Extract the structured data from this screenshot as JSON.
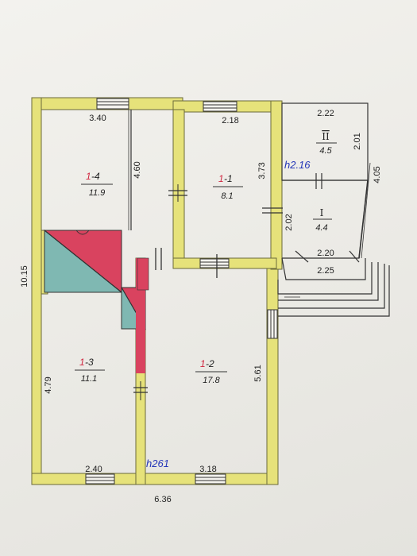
{
  "dimensions": {
    "overall_height": "10.15",
    "overall_width": "6.36",
    "room_1_4_width": "3.40",
    "room_1_4_depth": "4.60",
    "room_1_1_width": "2.18",
    "room_1_1_depth": "3.73",
    "room_1_3_width": "2.40",
    "room_1_3_depth": "4.79",
    "room_1_2_width": "3.18",
    "room_1_2_depth": "5.61",
    "annex_top_width": "2.22",
    "annex_top_depth": "2.01",
    "annex_right_depth": "4.05",
    "annex_left_depth": "2.02",
    "porch_width": "2.20",
    "step_width": "2.25"
  },
  "rooms": [
    {
      "id_prefix": "1",
      "id_suffix": "-4",
      "area": "11.9"
    },
    {
      "id_prefix": "1",
      "id_suffix": "-1",
      "area": "8.1"
    },
    {
      "id_prefix": "1",
      "id_suffix": "-3",
      "area": "11.1"
    },
    {
      "id_prefix": "1",
      "id_suffix": "-2",
      "area": "17.8"
    }
  ],
  "annex_rooms": [
    {
      "id": "II",
      "area": "4.5"
    },
    {
      "id": "I",
      "area": "4.4"
    }
  ],
  "heights": {
    "main": "h261",
    "annex": "h2.16"
  },
  "colors": {
    "wall": "#e6e27a",
    "wall_outline": "#6b6a3a",
    "stove_red": "#d9435f",
    "stove_teal": "#7fb8b2",
    "line": "#333333"
  }
}
